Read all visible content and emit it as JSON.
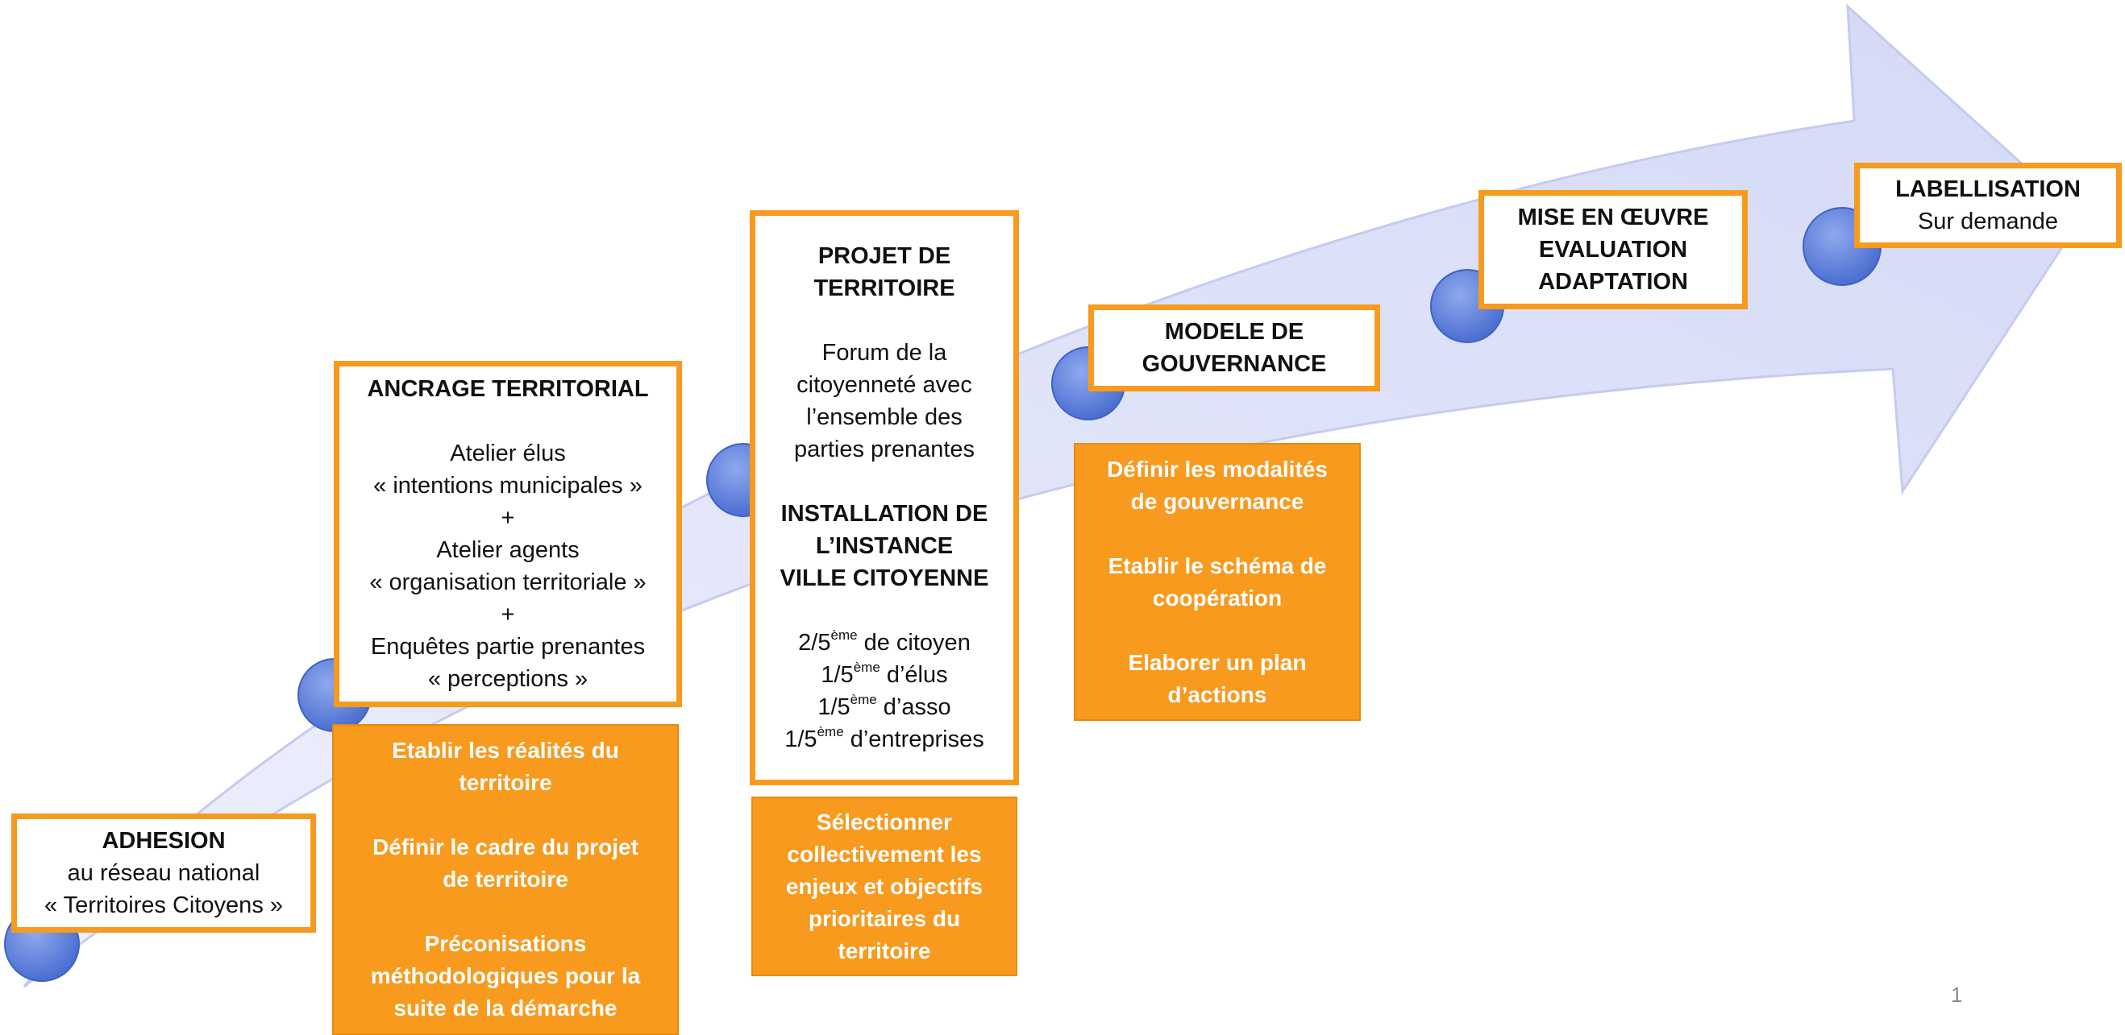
{
  "colors": {
    "accent_orange": "#f79a1e",
    "arrow_fill": "#dde1f8",
    "dot_blue": "#5b7fd9"
  },
  "steps": {
    "adhesion": {
      "title": "ADHESION",
      "lines": [
        "au réseau national",
        "« Territoires  Citoyens »"
      ]
    },
    "ancrage": {
      "title": "ANCRAGE TERRITORIAL",
      "lines": [
        "Atelier élus",
        "« intentions municipales »",
        "+",
        "Atelier agents",
        "« organisation territoriale »",
        "+",
        "Enquêtes partie prenantes",
        "« perceptions »"
      ],
      "actions": [
        "Etablir les réalités du",
        "territoire",
        "Définir le cadre du projet",
        "de territoire",
        "Préconisations",
        "méthodologiques pour la",
        "suite de la démarche"
      ]
    },
    "projet": {
      "title_1": "PROJET DE",
      "title_2": "TERRITOIRE",
      "forum": [
        "Forum de la",
        "citoyenneté avec",
        "l’ensemble des",
        "parties prenantes"
      ],
      "instance": [
        "INSTALLATION DE",
        "L’INSTANCE",
        "VILLE CITOYENNE"
      ],
      "composition": [
        {
          "num": "2/5",
          "sup": "ème",
          "text": " de citoyen"
        },
        {
          "num": "1/5",
          "sup": "ème",
          "text": " d’élus"
        },
        {
          "num": "1/5",
          "sup": "ème",
          "text": " d’asso"
        },
        {
          "num": "1/5",
          "sup": "ème",
          "text": " d’entreprises"
        }
      ],
      "actions": [
        "Sélectionner",
        "collectivement les",
        "enjeux et objectifs",
        "prioritaires du",
        "territoire"
      ]
    },
    "gouvernance": {
      "title_1": "MODELE DE",
      "title_2": "GOUVERNANCE",
      "actions": [
        "Définir les modalités",
        "de gouvernance",
        "Etablir le schéma de",
        "coopération",
        "Elaborer un plan",
        "d’actions"
      ]
    },
    "mise_en_oeuvre": {
      "lines": [
        "MISE EN ŒUVRE",
        "EVALUATION",
        "ADAPTATION"
      ]
    },
    "labellisation": {
      "title": "LABELLISATION",
      "subtitle": "Sur demande"
    }
  },
  "page_number": "1"
}
